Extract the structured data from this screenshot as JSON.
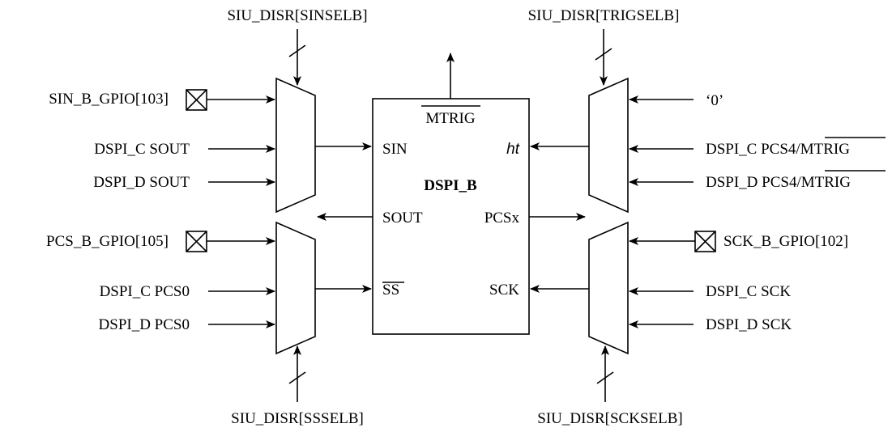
{
  "block": {
    "title": "DSPI_B",
    "mtrig": "MTRIG",
    "ports": {
      "sin": "SIN",
      "ht": "ht",
      "sout": "SOUT",
      "pcsx": "PCSx",
      "ss": "SS",
      "sck": "SCK"
    }
  },
  "selects": {
    "sinselb": "SIU_DISR[SINSELB]",
    "trigselb": "SIU_DISR[TRIGSELB]",
    "ssselb": "SIU_DISR[SSSELB]",
    "sckselb": "SIU_DISR[SCKSELB]"
  },
  "inputs_left_top": [
    "SIN_B_GPIO[103]",
    "DSPI_C SOUT",
    "DSPI_D SOUT"
  ],
  "inputs_left_bottom": [
    "PCS_B_GPIO[105]",
    "DSPI_C PCS0",
    "DSPI_D PCS0"
  ],
  "inputs_right_top": {
    "zero": "‘0’",
    "c_prefix": "DSPI_C PCS4/",
    "d_prefix": "DSPI_D PCS4/",
    "overbar": "MTRIG"
  },
  "inputs_right_bottom": [
    "SCK_B_GPIO[102]",
    "DSPI_C SCK",
    "DSPI_D SCK"
  ]
}
